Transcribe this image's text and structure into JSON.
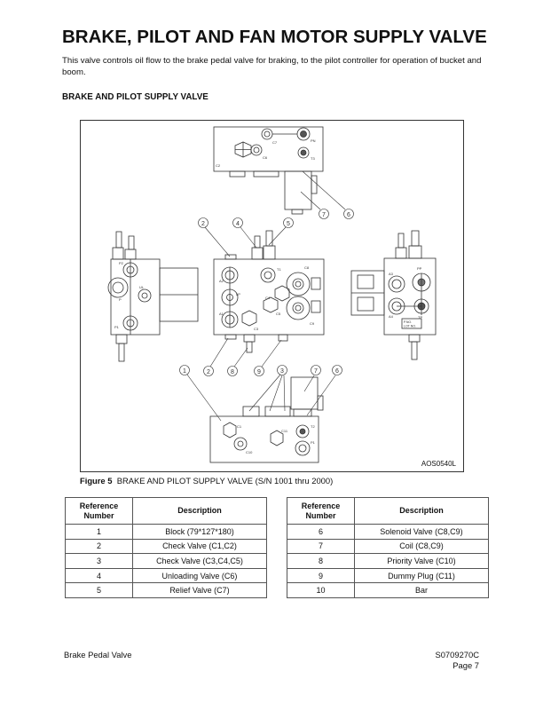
{
  "page": {
    "title": "BRAKE, PILOT AND FAN MOTOR SUPPLY VALVE",
    "intro": "This valve controls oil flow to the brake pedal valve for braking, to the pilot controller for operation of bucket and boom.",
    "section_heading": "BRAKE AND PILOT SUPPLY VALVE"
  },
  "figure": {
    "drawing_id": "AOS0540L",
    "caption_label": "Figure 5",
    "caption_text": "BRAKE AND PILOT SUPPLY VALVE (S/N 1001 thru 2000)",
    "top_view_ports": [
      "C7",
      "PN",
      "C6",
      "T3",
      "C2"
    ],
    "center_view_ports": [
      "A2",
      "T1",
      "C8",
      "LP",
      "C4",
      "C5",
      "A1",
      "C3",
      "C9"
    ],
    "left_view_ports": [
      "P2",
      "P",
      "UL",
      "P1"
    ],
    "right_view_ports": [
      "A3",
      "PP",
      "A4",
      "TP"
    ],
    "right_view_plate": [
      "P.NO.",
      "LOT NO."
    ],
    "bottom_view_ports": [
      "C1",
      "C11",
      "T2",
      "P1",
      "C10"
    ],
    "callouts_top": [
      "2",
      "4",
      "5",
      "7",
      "6"
    ],
    "callouts_bottom": [
      "1",
      "2",
      "8",
      "9",
      "3",
      "7",
      "6"
    ]
  },
  "tables": {
    "headers": [
      "Reference Number",
      "Description"
    ],
    "header_ref_line1": "Reference",
    "header_ref_line2": "Number",
    "left": [
      {
        "ref": "1",
        "desc": "Block (79*127*180)"
      },
      {
        "ref": "2",
        "desc": "Check Valve (C1,C2)"
      },
      {
        "ref": "3",
        "desc": "Check Valve (C3,C4,C5)"
      },
      {
        "ref": "4",
        "desc": "Unloading Valve (C6)"
      },
      {
        "ref": "5",
        "desc": "Relief Valve (C7)"
      }
    ],
    "right": [
      {
        "ref": "6",
        "desc": "Solenoid Valve (C8,C9)"
      },
      {
        "ref": "7",
        "desc": "Coil (C8,C9)"
      },
      {
        "ref": "8",
        "desc": "Priority Valve (C10)"
      },
      {
        "ref": "9",
        "desc": "Dummy Plug (C11)"
      },
      {
        "ref": "10",
        "desc": "Bar"
      }
    ]
  },
  "footer": {
    "left": "Brake Pedal Valve",
    "doc_number": "S0709270C",
    "page": "Page 7"
  }
}
